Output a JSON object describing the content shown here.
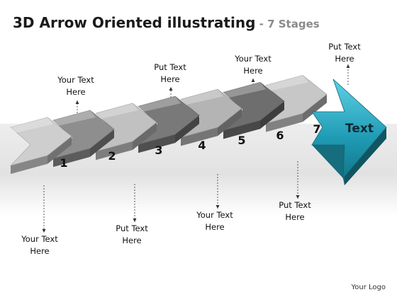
{
  "title": {
    "main": "3D Arrow Oriented illustrating",
    "sep": " - ",
    "sub": "7 Stages"
  },
  "stages": [
    "1",
    "2",
    "3",
    "4",
    "5",
    "6",
    "7"
  ],
  "arrow_head_text": "Text",
  "labels": [
    {
      "line1": "Your Text",
      "line2": "Here"
    },
    {
      "line1": "Put Text",
      "line2": "Here"
    },
    {
      "line1": "Your Text",
      "line2": "Here"
    },
    {
      "line1": "Put Text",
      "line2": "Here"
    },
    {
      "line1": "Your Text",
      "line2": "Here"
    },
    {
      "line1": "Put Text",
      "line2": "Here"
    },
    {
      "line1": "Your Text",
      "line2": "Here"
    },
    {
      "line1": "Put Text",
      "line2": "Here"
    }
  ],
  "logo": "Your Logo",
  "colors": {
    "accent": "#1e9bb3",
    "chevron_light": "#d4d4d4",
    "chevron_dark": "#555555"
  }
}
